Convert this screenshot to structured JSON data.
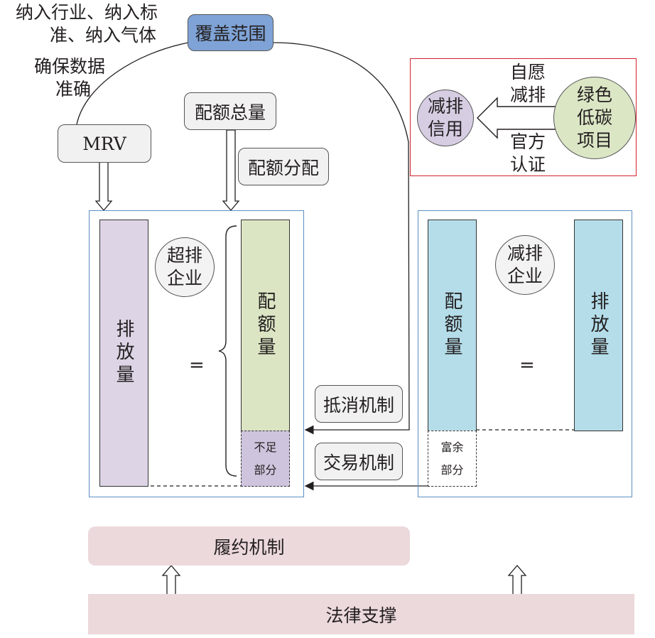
{
  "top_left_note": {
    "line1": "纳入行业、纳入标",
    "line2": "准、纳入气体"
  },
  "mrv_note": {
    "line1": "确保数据",
    "line2": "准确"
  },
  "coverage": "覆盖范围",
  "mrv": "MRV",
  "quota_total": "配额总量",
  "quota_allocation": "配额分配",
  "offset_box": {
    "credit": "减排\n信用",
    "voluntary": "自愿\n减排",
    "official": "官方\n认证",
    "project": "绿色\n低碳\n项目"
  },
  "left_panel": {
    "emission": "排放量",
    "company": "超排\n企业",
    "equals": "=",
    "quota": "配额量",
    "shortfall": "不足\n部分"
  },
  "right_panel": {
    "quota": "配额量",
    "company": "减排\n企业",
    "equals": "=",
    "emission": "排放量",
    "surplus": "富余\n部分"
  },
  "offset_mechanism": "抵消机制",
  "trading_mechanism": "交易机制",
  "compliance": "履约机制",
  "legal_support": "法律支撑",
  "colors": {
    "coverage_fill": "#7fa3d6",
    "purple_bar": "#ddd5e6",
    "green_bar": "#dbe5c3",
    "blue_bar": "#b4dde9",
    "shortfall_fill": "#cfc4dd",
    "credit_circle": "#d6cde3",
    "project_circle": "#dbe6c5",
    "pink_band": "#ecd9dc",
    "panel_border": "#5b8fc4",
    "offset_border": "#d4232e"
  }
}
